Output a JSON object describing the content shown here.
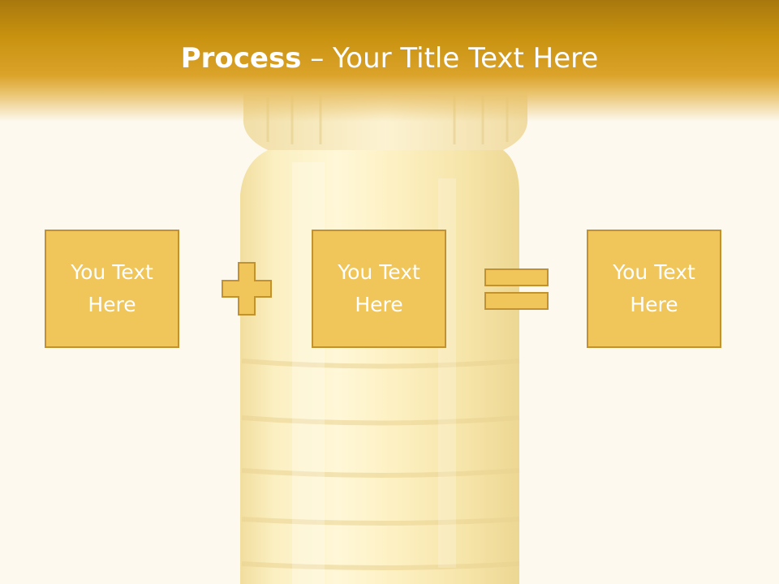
{
  "title": {
    "bold": "Process",
    "rest": " – Your Title Text Here"
  },
  "boxes": [
    {
      "text": "You Text Here"
    },
    {
      "text": "You Text Here"
    },
    {
      "text": "You Text Here"
    }
  ],
  "operators": [
    "plus-icon",
    "equals-icon"
  ],
  "colors": {
    "header": "#d09a1a",
    "box_fill": "#f0c65a",
    "box_border": "#c29230",
    "operator": "#f0c65a",
    "background": "#fdf9ef"
  }
}
